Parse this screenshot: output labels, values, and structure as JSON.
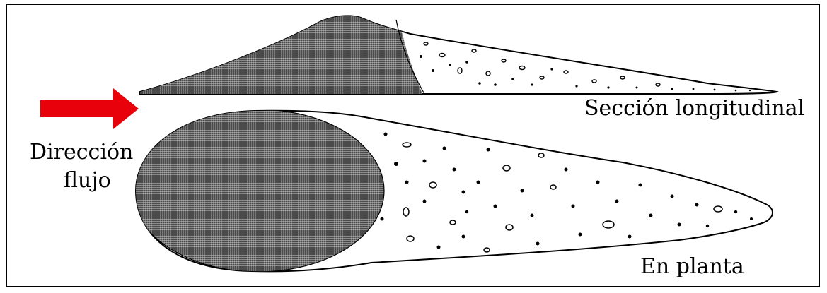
{
  "labels": {
    "longitudinal_section": "Sección longitudinal",
    "plan_view": "En planta",
    "flow_direction_line1": "Dirección",
    "flow_direction_line2": "flujo"
  },
  "colors": {
    "arrow": "#e8000b",
    "hatch": "#2a2a2a",
    "ink": "#000000",
    "border": "#000000",
    "background": "#ffffff"
  },
  "icons": {
    "flow_arrow": "right-arrow-icon"
  }
}
